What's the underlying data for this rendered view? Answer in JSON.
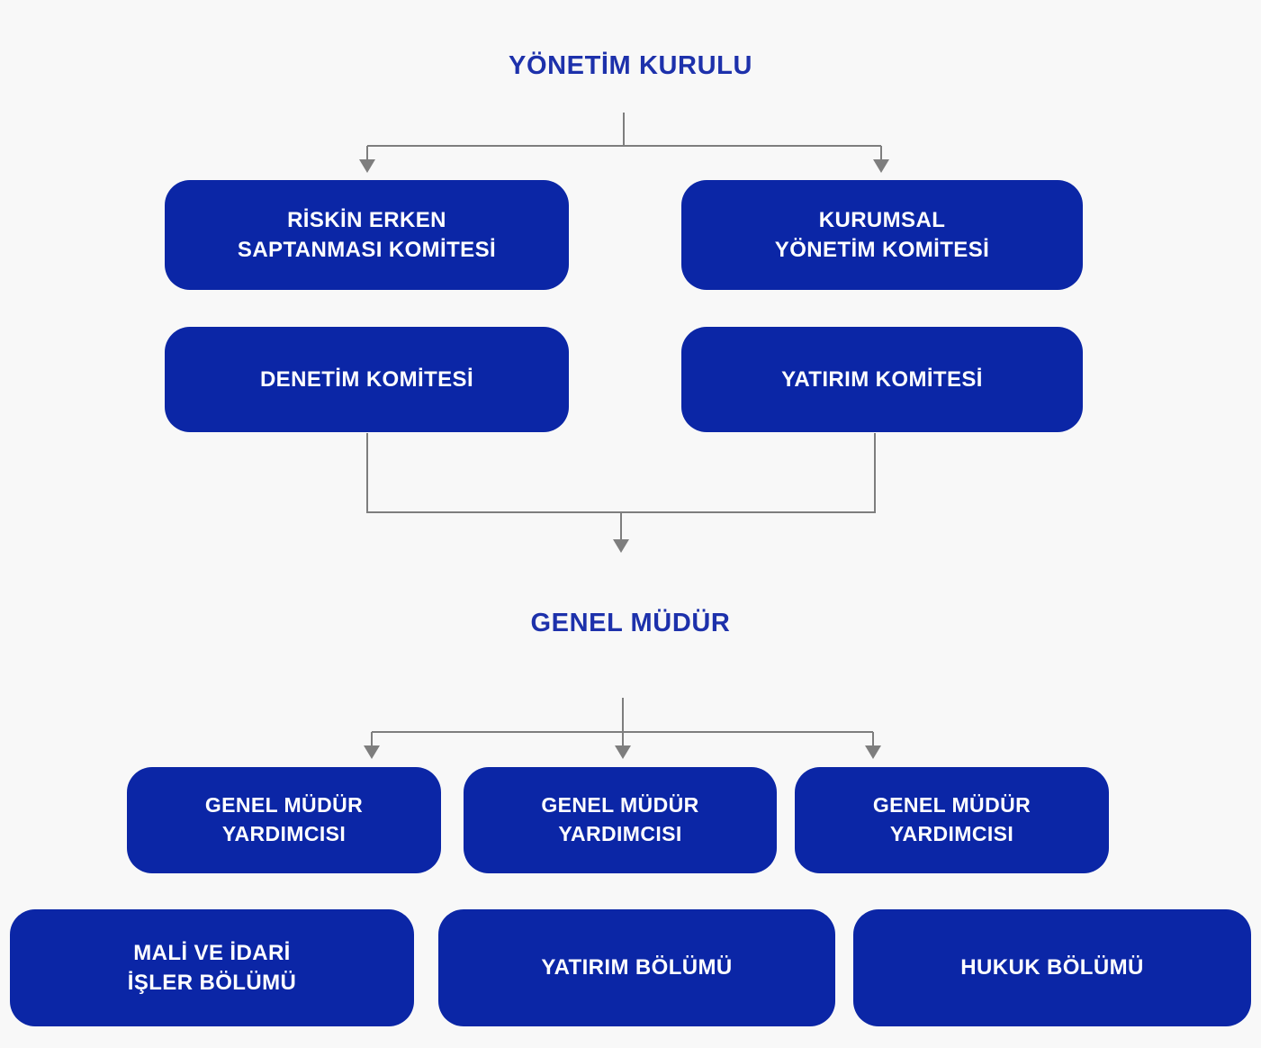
{
  "page": {
    "background_color": "#f8f8f8",
    "language": "tr"
  },
  "colors": {
    "node_fill": "#0b26a6",
    "node_text": "#ffffff",
    "title_text": "#1d31ab",
    "connector": "#7e7e7e"
  },
  "chart": {
    "type": "org-chart",
    "root": {
      "label": "YÖNETİM KURULU"
    },
    "committees": [
      {
        "id": "risk-early-detection",
        "line1": "RİSKİN ERKEN",
        "line2": "SAPTANMASI KOMİTESİ"
      },
      {
        "id": "corporate-governance",
        "line1": "KURUMSAL",
        "line2": "YÖNETİM KOMİTESİ"
      },
      {
        "id": "audit",
        "line1": "DENETİM KOMİTESİ",
        "line2": ""
      },
      {
        "id": "investment",
        "line1": "YATIRIM KOMİTESİ",
        "line2": ""
      }
    ],
    "general_manager": {
      "label": "GENEL MÜDÜR"
    },
    "deputies": [
      {
        "id": "deputy-gm-1",
        "line1": "GENEL MÜDÜR",
        "line2": "YARDIMCISI"
      },
      {
        "id": "deputy-gm-2",
        "line1": "GENEL MÜDÜR",
        "line2": "YARDIMCISI"
      },
      {
        "id": "deputy-gm-3",
        "line1": "GENEL MÜDÜR",
        "line2": "YARDIMCISI"
      }
    ],
    "departments": [
      {
        "id": "finance-admin",
        "line1": "MALİ VE İDARİ",
        "line2": "İŞLER BÖLÜMÜ"
      },
      {
        "id": "investment-dept",
        "line1": "YATIRIM BÖLÜMÜ",
        "line2": ""
      },
      {
        "id": "legal-dept",
        "line1": "HUKUK BÖLÜMÜ",
        "line2": ""
      }
    ]
  }
}
